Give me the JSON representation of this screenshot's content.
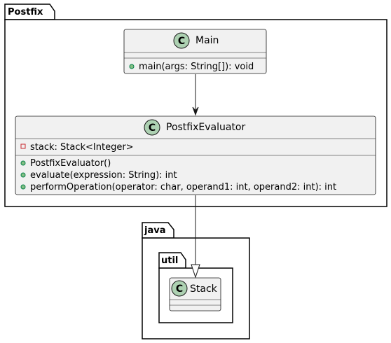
{
  "packages": {
    "postfix": {
      "name": "Postfix"
    },
    "java": {
      "name": "java"
    },
    "util": {
      "name": "util"
    }
  },
  "classes": {
    "main": {
      "stereotype_letter": "C",
      "name": "Main",
      "methods": [
        "main(args: String[]): void"
      ]
    },
    "evaluator": {
      "stereotype_letter": "C",
      "name": "PostfixEvaluator",
      "fields": [
        "stack: Stack<Integer>"
      ],
      "methods": [
        "PostfixEvaluator()",
        "evaluate(expression: String): int",
        "performOperation(operator: char, operand1: int, operand2: int): int"
      ]
    },
    "stack": {
      "stereotype_letter": "C",
      "name": "Stack"
    }
  },
  "colors": {
    "class_fill": "#F1F1F1",
    "class_border": "#181818",
    "circle_fill": "#ADD1B2",
    "public_marker": "#84BE84",
    "private_marker": "#C82930"
  }
}
